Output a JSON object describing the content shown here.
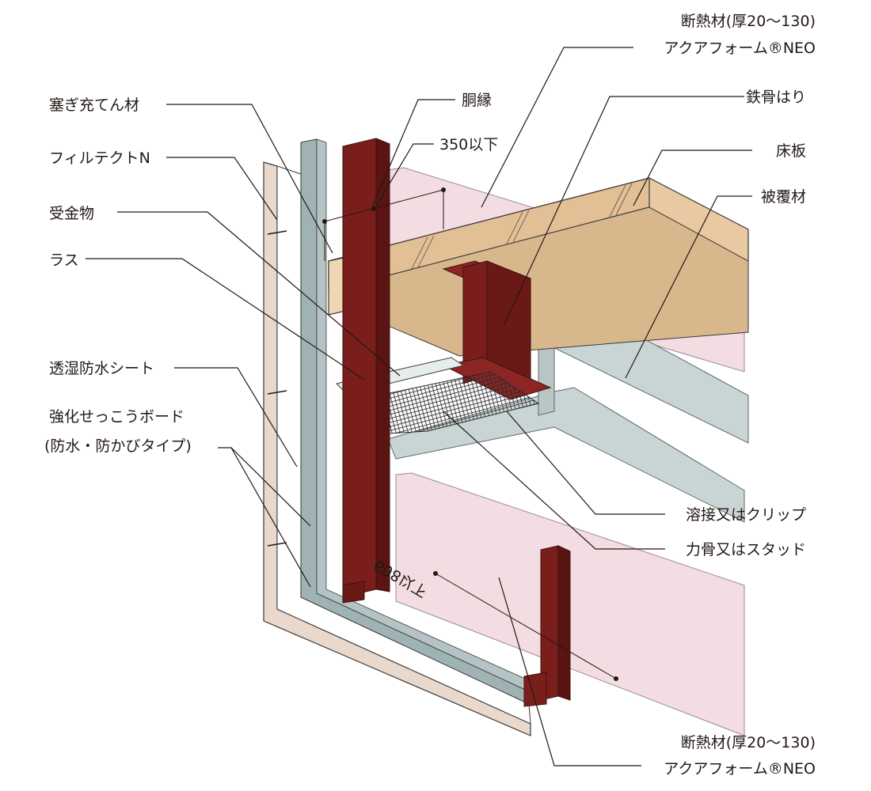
{
  "labels": {
    "fill_material": "塞ぎ充てん材",
    "filtect": "フィルテクトN",
    "receiver": "受金物",
    "lath": "ラス",
    "moisture_sheet": "透湿防水シート",
    "gypsum_board_line1": "強化せっこうボード",
    "gypsum_board_line2": "(防水・防かびタイプ)",
    "body_rail": "胴縁",
    "spacing_350": "350以下",
    "insulation_top_line1": "断熱材(厚20〜130)",
    "insulation_top_line2": "アクアフォーム®NEO",
    "steel_beam": "鉄骨はり",
    "floor_slab": "床板",
    "fireproof_coating": "被覆材",
    "weld_or_clip": "溶接又はクリップ",
    "stud": "力骨又はスタッド",
    "spacing_608": "608以下",
    "insulation_bottom_line1": "断熱材(厚20〜130)",
    "insulation_bottom_line2": "アクアフォーム®NEO"
  },
  "colors": {
    "steel": "#7a1e1c",
    "steel_dark": "#5a1412",
    "wood": "#e8c9a2",
    "wood_dark": "#d3ad82",
    "insulation_pink": "#f3dde3",
    "coating_gray": "#c9d4d4",
    "board_gray": "#9fb3b5",
    "siding": "#e9d8cc",
    "line": "#231815"
  }
}
